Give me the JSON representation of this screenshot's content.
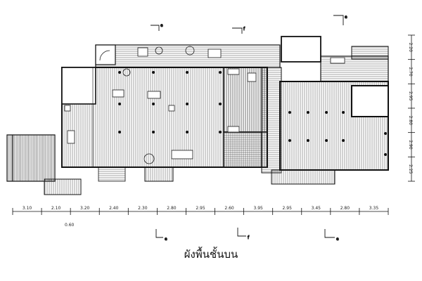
{
  "title": "ผังพื้นชั้นบน",
  "section_markers": [
    "e",
    "f",
    "e",
    "e",
    "f",
    "e"
  ],
  "dimensions": {
    "horizontal": [
      "3.10",
      "2.10",
      "3.20",
      "2.40",
      "2.30",
      "2.80",
      "2.95",
      "2.60",
      "3.95",
      "2.95",
      "3.45",
      "2.80",
      "3.35"
    ],
    "horizontal_small": "0.60",
    "vertical": [
      "2.20",
      "2.70",
      "2.95",
      "2.80",
      "2.90",
      "2.25"
    ]
  }
}
